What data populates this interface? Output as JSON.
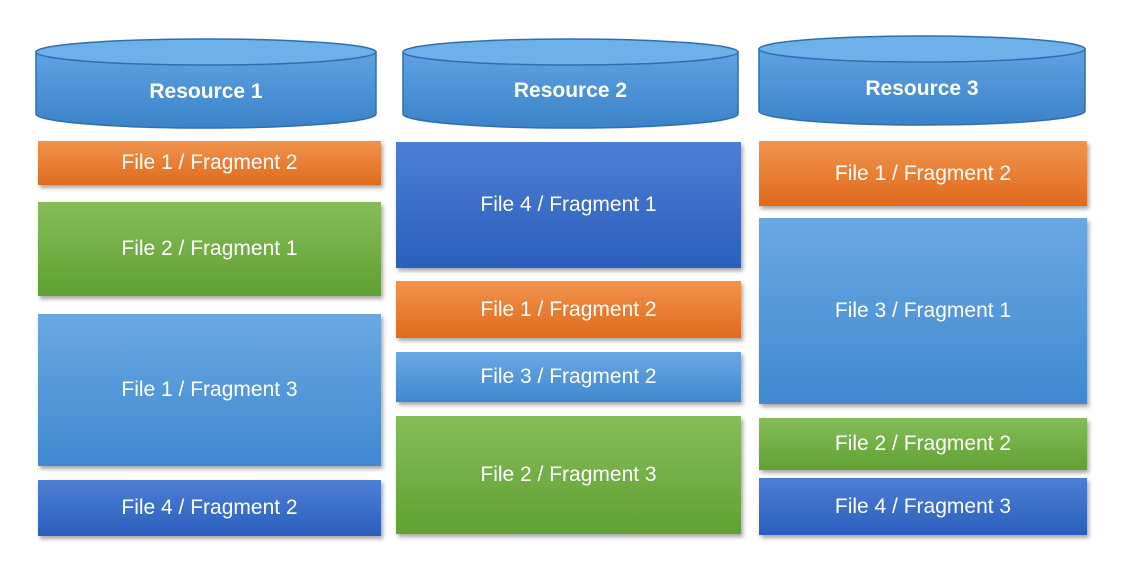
{
  "resources": [
    {
      "title": "Resource 1",
      "fragments": [
        {
          "label": "File 1 / Fragment 2",
          "color": "#ED7D31"
        },
        {
          "label": "File 2 / Fragment 1",
          "color": "#70AD47"
        },
        {
          "label": "File 1 / Fragment 3",
          "color": "#5B9BD5"
        },
        {
          "label": "File 4 / Fragment 2",
          "color": "#4472C4"
        }
      ]
    },
    {
      "title": "Resource 2",
      "fragments": [
        {
          "label": "File 4 / Fragment 1",
          "color": "#4472C4"
        },
        {
          "label": "File 1 / Fragment 2",
          "color": "#ED7D31"
        },
        {
          "label": "File 3 / Fragment 2",
          "color": "#5B9BD5"
        },
        {
          "label": "File 2 / Fragment 3",
          "color": "#70AD47"
        }
      ]
    },
    {
      "title": "Resource 3",
      "fragments": [
        {
          "label": "File 1 / Fragment 2",
          "color": "#ED7D31"
        },
        {
          "label": "File 3 / Fragment 1",
          "color": "#5B9BD5"
        },
        {
          "label": "File 2 / Fragment 2",
          "color": "#70AD47"
        },
        {
          "label": "File 4 / Fragment 3",
          "color": "#4472C4"
        }
      ]
    }
  ]
}
